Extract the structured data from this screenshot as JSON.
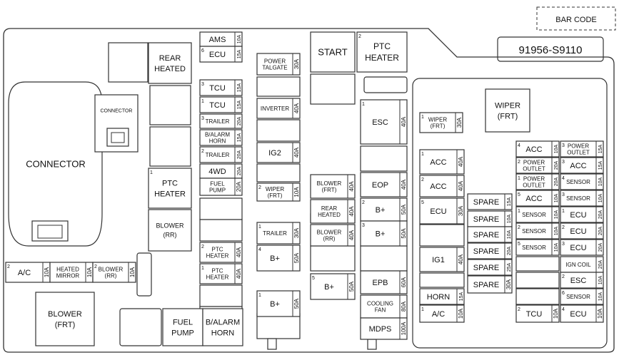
{
  "header": {
    "barcode_label": "BAR CODE",
    "part_number": "91956-S9110"
  },
  "blocks": [
    {
      "key": "rear-heated",
      "lines": [
        "REAR",
        "HEATED"
      ]
    },
    {
      "key": "connector-small",
      "lines": [
        "CONNECTOR"
      ]
    },
    {
      "key": "connector-large",
      "lines": [
        "CONNECTOR"
      ]
    },
    {
      "key": "ptc-heater-left",
      "num": "1",
      "lines": [
        "PTC",
        "HEATER"
      ]
    },
    {
      "key": "blower-rr-relay",
      "lines": [
        "BLOWER",
        "(RR)"
      ]
    },
    {
      "key": "start-relay",
      "lines": [
        "START"
      ]
    },
    {
      "key": "ptc-heater-top",
      "num": "2",
      "lines": [
        "PTC",
        "HEATER"
      ]
    },
    {
      "key": "wiper-frt-relay",
      "lines": [
        "WIPER",
        "(FRT)"
      ]
    },
    {
      "key": "blower-frt-relay",
      "lines": [
        "BLOWER",
        "(FRT)"
      ]
    },
    {
      "key": "fuel-pump-relay",
      "lines": [
        "FUEL",
        "PUMP"
      ]
    },
    {
      "key": "b-alarm-horn-relay",
      "lines": [
        "B/ALARM",
        "HORN"
      ]
    }
  ],
  "fuses": [
    {
      "key": "ams",
      "lines": [
        "AMS"
      ],
      "rating": "10A"
    },
    {
      "key": "ecu-1",
      "num": "6",
      "lines": [
        "ECU"
      ],
      "rating": "15A"
    },
    {
      "key": "tcu-3",
      "num": "3",
      "lines": [
        "TCU"
      ],
      "rating": "15A"
    },
    {
      "key": "tcu-1",
      "num": "1",
      "lines": [
        "TCU"
      ],
      "rating": "15A"
    },
    {
      "key": "trailer-3",
      "num": "3",
      "lines": [
        "TRAILER"
      ],
      "rating": "20A"
    },
    {
      "key": "b-alarm-horn",
      "lines": [
        "B/ALARM",
        "HORN"
      ],
      "rating": "15A"
    },
    {
      "key": "trailer-2",
      "num": "2",
      "lines": [
        "TRAILER"
      ],
      "rating": "20A"
    },
    {
      "key": "4wd",
      "lines": [
        "4WD"
      ],
      "rating": "20A"
    },
    {
      "key": "fuel-pump",
      "lines": [
        "FUEL",
        "PUMP"
      ],
      "rating": "20A"
    },
    {
      "key": "ptc-heater-2",
      "num": "2",
      "lines": [
        "PTC",
        "HEATER"
      ],
      "rating": "40A"
    },
    {
      "key": "ptc-heater-1",
      "num": "1",
      "lines": [
        "PTC",
        "HEATER"
      ],
      "rating": "40A"
    },
    {
      "key": "power-tailgate",
      "lines": [
        "POWER",
        "TALGATE"
      ],
      "rating": "30A"
    },
    {
      "key": "inverter",
      "lines": [
        "INVERTER"
      ],
      "rating": "40A"
    },
    {
      "key": "ig2",
      "lines": [
        "IG2"
      ],
      "rating": "40A"
    },
    {
      "key": "wiper-frt-2",
      "num": "2",
      "lines": [
        "WIPER",
        "(FRT)"
      ],
      "rating": "10A"
    },
    {
      "key": "trailer-1",
      "num": "1",
      "lines": [
        "TRAILER"
      ],
      "rating": "30A"
    },
    {
      "key": "b-plus-4",
      "num": "4",
      "lines": [
        "B+"
      ],
      "rating": "50A"
    },
    {
      "key": "b-plus-1",
      "num": "1",
      "lines": [
        "B+"
      ],
      "rating": "50A"
    },
    {
      "key": "blower-frt",
      "lines": [
        "BLOWER",
        "(FRT)"
      ],
      "rating": "40A"
    },
    {
      "key": "rear-heated-f",
      "lines": [
        "REAR",
        "HEATED"
      ],
      "rating": "40A"
    },
    {
      "key": "blower-rr",
      "lines": [
        "BLOWER",
        "(RR)"
      ],
      "rating": "40A"
    },
    {
      "key": "b-plus-5",
      "num": "5",
      "lines": [
        "B+"
      ],
      "rating": "50A"
    },
    {
      "key": "esc-1",
      "num": "1",
      "lines": [
        "ESC"
      ],
      "rating": "40A"
    },
    {
      "key": "eop",
      "lines": [
        "EOP"
      ],
      "rating": "40A"
    },
    {
      "key": "b-plus-2",
      "num": "2",
      "lines": [
        "B+"
      ],
      "rating": "50A"
    },
    {
      "key": "b-plus-3",
      "num": "3",
      "lines": [
        "B+"
      ],
      "rating": "50A"
    },
    {
      "key": "epb",
      "lines": [
        "EPB"
      ],
      "rating": "60A"
    },
    {
      "key": "cooling-fan",
      "lines": [
        "COOLING",
        "FAN"
      ],
      "rating": "80A"
    },
    {
      "key": "mdps",
      "lines": [
        "MDPS"
      ],
      "rating": "100A"
    },
    {
      "key": "wiper-frt-1",
      "num": "1",
      "lines": [
        "WIPER",
        "(FRT)"
      ],
      "rating": "30A"
    },
    {
      "key": "acc-1",
      "num": "1",
      "lines": [
        "ACC"
      ],
      "rating": "40A"
    },
    {
      "key": "acc-2",
      "num": "2",
      "lines": [
        "ACC"
      ],
      "rating": "40A"
    },
    {
      "key": "ecu-5",
      "num": "5",
      "lines": [
        "ECU"
      ],
      "rating": "30A"
    },
    {
      "key": "ig1",
      "lines": [
        "IG1"
      ],
      "rating": "40A"
    },
    {
      "key": "horn",
      "lines": [
        "HORN"
      ],
      "rating": "15A"
    },
    {
      "key": "ac-1",
      "num": "1",
      "lines": [
        "A/C"
      ],
      "rating": "10A"
    },
    {
      "key": "spare-1",
      "lines": [
        "SPARE"
      ],
      "rating": "15A"
    },
    {
      "key": "spare-2",
      "lines": [
        "SPARE"
      ],
      "rating": "10A"
    },
    {
      "key": "spare-3",
      "lines": [
        "SPARE"
      ],
      "rating": "10A"
    },
    {
      "key": "spare-4",
      "lines": [
        "SPARE"
      ],
      "rating": "20A"
    },
    {
      "key": "spare-5",
      "lines": [
        "SPARE"
      ],
      "rating": "25A"
    },
    {
      "key": "spare-6",
      "lines": [
        "SPARE"
      ],
      "rating": "30A"
    },
    {
      "key": "acc-4",
      "num": "4",
      "lines": [
        "ACC"
      ],
      "rating": "10A"
    },
    {
      "key": "power-outlet-2",
      "num": "2",
      "lines": [
        "POWER",
        "OUTLET"
      ],
      "rating": "20A"
    },
    {
      "key": "power-outlet-1",
      "num": "1",
      "lines": [
        "POWER",
        "OUTLET"
      ],
      "rating": "20A"
    },
    {
      "key": "acc-5",
      "num": "5",
      "lines": [
        "ACC"
      ],
      "rating": "10A"
    },
    {
      "key": "sensor-1",
      "num": "1",
      "lines": [
        "SENSOR"
      ],
      "rating": "10A"
    },
    {
      "key": "sensor-2",
      "num": "2",
      "lines": [
        "SENSOR"
      ],
      "rating": "10A"
    },
    {
      "key": "sensor-5",
      "num": "5",
      "lines": [
        "SENSOR"
      ],
      "rating": "10A"
    },
    {
      "key": "power-outlet-3",
      "num": "3",
      "lines": [
        "POWER",
        "OUTLET"
      ],
      "rating": "15A"
    },
    {
      "key": "acc-3",
      "num": "3",
      "lines": [
        "ACC"
      ],
      "rating": "15A"
    },
    {
      "key": "sensor-4",
      "num": "4",
      "lines": [
        "SENSOR"
      ],
      "rating": "10A"
    },
    {
      "key": "sensor-3",
      "num": "3",
      "lines": [
        "SENSOR"
      ],
      "rating": "10A"
    },
    {
      "key": "ecu-1b",
      "num": "1",
      "lines": [
        "ECU"
      ],
      "rating": "20A"
    },
    {
      "key": "ecu-2",
      "num": "2",
      "lines": [
        "ECU"
      ],
      "rating": "20A"
    },
    {
      "key": "ecu-3",
      "num": "3",
      "lines": [
        "ECU"
      ],
      "rating": "20A"
    },
    {
      "key": "ign-coil",
      "lines": [
        "IGN COIL"
      ],
      "rating": "20A"
    },
    {
      "key": "esc-2",
      "num": "2",
      "lines": [
        "ESC"
      ],
      "rating": "10A"
    },
    {
      "key": "sensor-6",
      "num": "6",
      "lines": [
        "SENSOR"
      ],
      "rating": "10A"
    },
    {
      "key": "tcu-2",
      "num": "2",
      "lines": [
        "TCU"
      ],
      "rating": "10A"
    },
    {
      "key": "ecu-4",
      "num": "4",
      "lines": [
        "ECU"
      ],
      "rating": "10A"
    },
    {
      "key": "ac-2",
      "num": "2",
      "lines": [
        "A/C"
      ],
      "rating": "10A"
    },
    {
      "key": "heated-mirror",
      "lines": [
        "HEATED",
        "MIRROR"
      ],
      "rating": "10A"
    },
    {
      "key": "blower-rr-2",
      "num": "2",
      "lines": [
        "BLOWER",
        "(RR)"
      ],
      "rating": "10A"
    }
  ]
}
